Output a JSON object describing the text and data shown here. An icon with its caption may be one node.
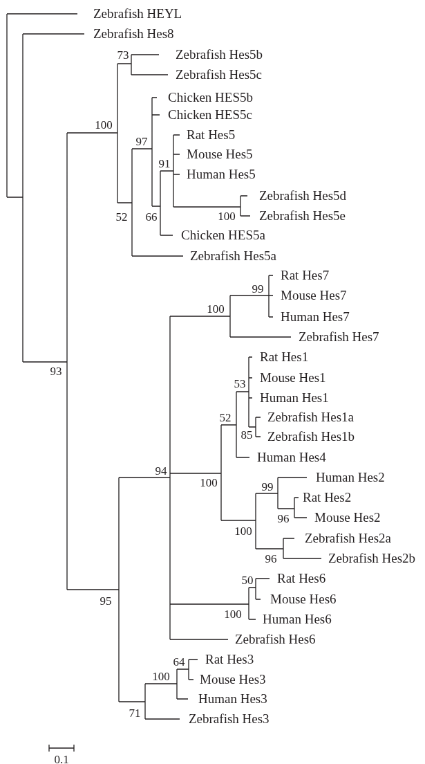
{
  "diagram": {
    "nodes": [
      {
        "text": [
          "Zebrafish HEYL"
        ]
      },
      {
        "text": [
          "Zebrafish Hes8"
        ]
      },
      {
        "text": [
          "Zebrafish Hes5b"
        ]
      },
      {
        "text": [
          "Zebrafish Hes5c"
        ]
      },
      {
        "text": [
          "Chicken HES5b"
        ]
      },
      {
        "text": [
          "Chicken HES5c"
        ]
      },
      {
        "text": [
          "Rat Hes5"
        ]
      },
      {
        "text": [
          "Mouse Hes5"
        ]
      },
      {
        "text": [
          "Human Hes5"
        ]
      },
      {
        "text": [
          "Zebrafish Hes5d"
        ]
      },
      {
        "text": [
          "Zebrafish Hes5e"
        ]
      },
      {
        "text": [
          "Chicken HES5a"
        ]
      },
      {
        "text": [
          "Zebrafish Hes5a"
        ]
      },
      {
        "text": [
          "Rat Hes7"
        ]
      },
      {
        "text": [
          "Mouse Hes7"
        ]
      },
      {
        "text": [
          "Human Hes7"
        ]
      },
      {
        "text": [
          "Zebrafish Hes7"
        ]
      },
      {
        "text": [
          "Rat Hes1"
        ]
      },
      {
        "text": [
          "Mouse Hes1"
        ]
      },
      {
        "text": [
          "Human Hes1"
        ]
      },
      {
        "text": [
          "Zebrafish Hes1a"
        ]
      },
      {
        "text": [
          "Zebrafish Hes1b"
        ]
      },
      {
        "text": [
          "Human Hes4"
        ]
      },
      {
        "text": [
          "Human Hes2"
        ]
      },
      {
        "text": [
          "Rat Hes2"
        ]
      },
      {
        "text": [
          "Mouse Hes2"
        ]
      },
      {
        "text": [
          "Zebrafish Hes2a"
        ]
      },
      {
        "text": [
          "Zebrafish Hes2b"
        ]
      },
      {
        "text": [
          "Rat Hes6"
        ]
      },
      {
        "text": [
          "Mouse Hes6"
        ]
      },
      {
        "text": [
          "Human Hes6"
        ]
      },
      {
        "text": [
          "Zebrafish Hes6"
        ]
      },
      {
        "text": [
          "Rat Hes3"
        ]
      },
      {
        "text": [
          "Mouse Hes3"
        ]
      },
      {
        "text": [
          "Human Hes3"
        ]
      },
      {
        "text": [
          "Zebrafish Hes3"
        ]
      }
    ],
    "labels": [
      "73",
      "100",
      "97",
      "91",
      "52",
      "66",
      "100",
      "99",
      "100",
      "93",
      "53",
      "52",
      "85",
      "94",
      "100",
      "99",
      "96",
      "100",
      "96",
      "50",
      "95",
      "100",
      "64",
      "100",
      "71",
      "0.1"
    ]
  }
}
